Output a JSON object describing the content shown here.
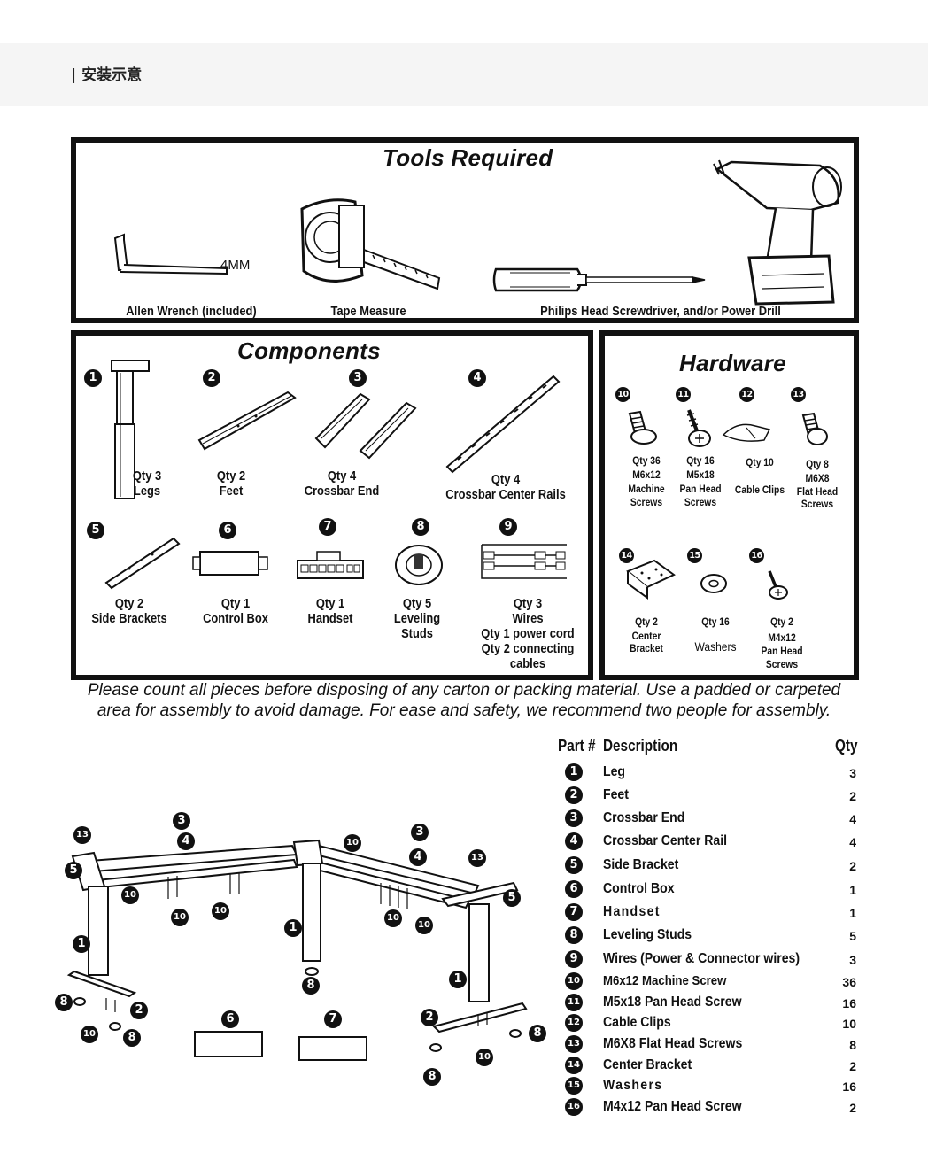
{
  "header": {
    "title": "| 安装示意"
  },
  "tools": {
    "title": "Tools Required",
    "items": [
      {
        "label": "Allen Wrench (included)"
      },
      {
        "label": "Tape Measure"
      },
      {
        "label": "Philips Head Screwdriver, and/or Power Drill"
      }
    ],
    "wrench_size": "4MM"
  },
  "components": {
    "title": "Components",
    "items": [
      {
        "num": "1",
        "qty": "Qty 3",
        "name": "Legs"
      },
      {
        "num": "2",
        "qty": "Qty  2",
        "name": "Feet"
      },
      {
        "num": "3",
        "qty": "Qty    4",
        "name": "Crossbar End"
      },
      {
        "num": "4",
        "qty": "Qty 4",
        "name": "Crossbar Center Rails"
      },
      {
        "num": "5",
        "qty": "Qty  2",
        "name": "Side Brackets"
      },
      {
        "num": "6",
        "qty": "Qty 1",
        "name": "Control Box"
      },
      {
        "num": "7",
        "qty": "Qty 1",
        "name": "Handset"
      },
      {
        "num": "8",
        "qty": "Qty  5",
        "name": "Leveling",
        "name2": "Studs"
      },
      {
        "num": "9",
        "qty": "Qty  3",
        "name": "Wires",
        "name2": "Qty 1 power cord",
        "name3": "Qty 2 connecting",
        "name4": "cables"
      }
    ]
  },
  "hardware": {
    "title": "Hardware",
    "items": [
      {
        "num": "10",
        "qty": "Qty  36",
        "l1": "M6x12",
        "l2": "Machine",
        "l3": "Screws"
      },
      {
        "num": "11",
        "qty": "Qty  16",
        "l1": "M5x18",
        "l2": "Pan Head",
        "l3": "Screws"
      },
      {
        "num": "12",
        "qty": "Qty  10",
        "l1": "Cable Clips"
      },
      {
        "num": "13",
        "qty": "Qty 8",
        "l1": "M6X8",
        "l2": "Flat Head",
        "l3": "Screws"
      },
      {
        "num": "14",
        "qty": "Qty  2",
        "l1": "Center",
        "l2": "Bracket"
      },
      {
        "num": "15",
        "qty": "Qty  16",
        "l1": "Washers"
      },
      {
        "num": "16",
        "qty": "Qty  2",
        "l1": "M4x12",
        "l2": "Pan Head",
        "l3": "Screws"
      }
    ]
  },
  "note": {
    "line1": "Please count all pieces before disposing of any carton or packing material. Use a padded or carpeted",
    "line2": "area for assembly to avoid damage. For ease and safety, we recommend two people for assembly."
  },
  "parts_table": {
    "col_part": "Part #",
    "col_desc": "Description",
    "col_qty": "Qty",
    "rows": [
      {
        "num": "1",
        "desc": "Leg",
        "qty": "3"
      },
      {
        "num": "2",
        "desc": "Feet",
        "qty": "2"
      },
      {
        "num": "3",
        "desc": "Crossbar End",
        "qty": "4"
      },
      {
        "num": "4",
        "desc": "Crossbar Center Rail",
        "qty": "4"
      },
      {
        "num": "5",
        "desc": "Side Bracket",
        "qty": "2"
      },
      {
        "num": "6",
        "desc": "Control Box",
        "qty": "1"
      },
      {
        "num": "7",
        "desc": "Handset",
        "qty": "1"
      },
      {
        "num": "8",
        "desc": "Leveling Studs",
        "qty": "5"
      },
      {
        "num": "9",
        "desc": "Wires (Power & Connector wires)",
        "qty": "3"
      },
      {
        "num": "10",
        "desc": "M6x12 Machine Screw",
        "qty": "36"
      },
      {
        "num": "11",
        "desc": "M5x18 Pan Head Screw",
        "qty": "16"
      },
      {
        "num": "12",
        "desc": "Cable Clips",
        "qty": "10"
      },
      {
        "num": "13",
        "desc": "M6X8 Flat Head Screws",
        "qty": "8"
      },
      {
        "num": "14",
        "desc": "Center  Bracket",
        "qty": "2"
      },
      {
        "num": "15",
        "desc": "Washers",
        "qty": "16"
      },
      {
        "num": "16",
        "desc": "M4x12 Pan Head Screw",
        "qty": "2"
      }
    ]
  },
  "diagram_callouts": [
    "3",
    "4",
    "13",
    "10",
    "3",
    "4",
    "13",
    "5",
    "10",
    "5",
    "10",
    "10",
    "1",
    "10",
    "10",
    "1",
    "1",
    "8",
    "8",
    "2",
    "6",
    "7",
    "2",
    "8",
    "10",
    "8",
    "10",
    "8"
  ]
}
